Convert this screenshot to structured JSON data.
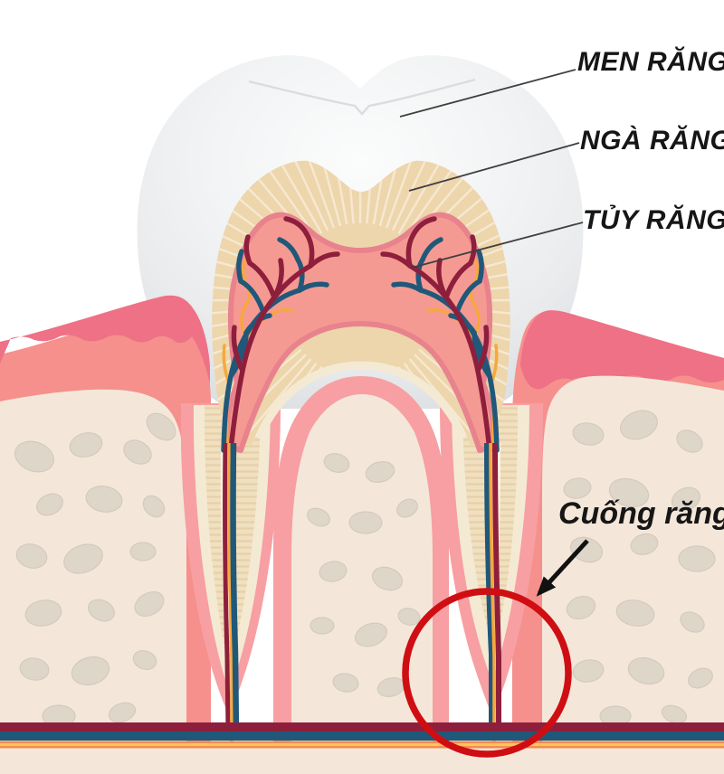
{
  "labels": {
    "enamel": "MEN RĂNG",
    "dentin": "NGÀ RĂNG",
    "pulp": "TỦY RĂNG",
    "root_apex": "Cuống răng"
  },
  "colors": {
    "gum": "#f5908c",
    "gumEdge": "#ee7186",
    "bone": "#f4e7d9",
    "boneBlob": "#dbd2c7",
    "ligament": "#f79fa2",
    "cementum": "#f4ead4",
    "dentin": "#edd5ac",
    "rootDentin": "#f0e0bf",
    "dentinLine": "#f7ecd6",
    "canal": "#faf3e6",
    "pulp": "#f59a92",
    "pulpBorder": "#e8838d",
    "artery": "#8e1f3c",
    "vein": "#20587a",
    "nerve": "#f6a83e",
    "bundleOrange": "#f28b4e",
    "bundleYellow": "#ffc45e",
    "highlight": "#cf0e13",
    "arrow": "#111111",
    "leader": "#3f3f3f",
    "labelColor": "#161616"
  }
}
